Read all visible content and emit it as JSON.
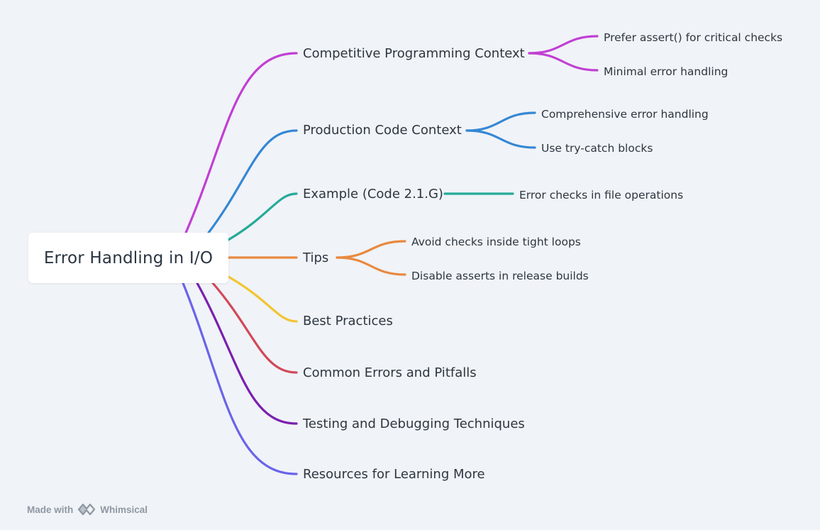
{
  "root": {
    "label": "Error Handling in I/O"
  },
  "branches": [
    {
      "label": "Competitive Programming Context",
      "color": "#c13fd3",
      "children": [
        "Prefer assert() for critical checks",
        "Minimal error handling"
      ]
    },
    {
      "label": "Production Code Context",
      "color": "#3587d4",
      "children": [
        "Comprehensive error handling",
        "Use try-catch blocks"
      ]
    },
    {
      "label": "Example (Code 2.1.G)",
      "color": "#25aa9a",
      "children": [
        "Error checks in file operations"
      ]
    },
    {
      "label": "Tips",
      "color": "#e8893f",
      "children": [
        "Avoid checks inside tight loops",
        "Disable asserts in release builds"
      ]
    },
    {
      "label": "Best Practices",
      "color": "#f2c531",
      "children": []
    },
    {
      "label": "Common Errors and Pitfalls",
      "color": "#d2485a",
      "children": []
    },
    {
      "label": "Testing and Debugging Techniques",
      "color": "#7b1fb0",
      "children": []
    },
    {
      "label": "Resources for Learning More",
      "color": "#6b63ea",
      "children": []
    }
  ],
  "footer": {
    "made_with": "Made with",
    "brand": "Whimsical",
    "icon": "whimsical-logo-icon"
  }
}
